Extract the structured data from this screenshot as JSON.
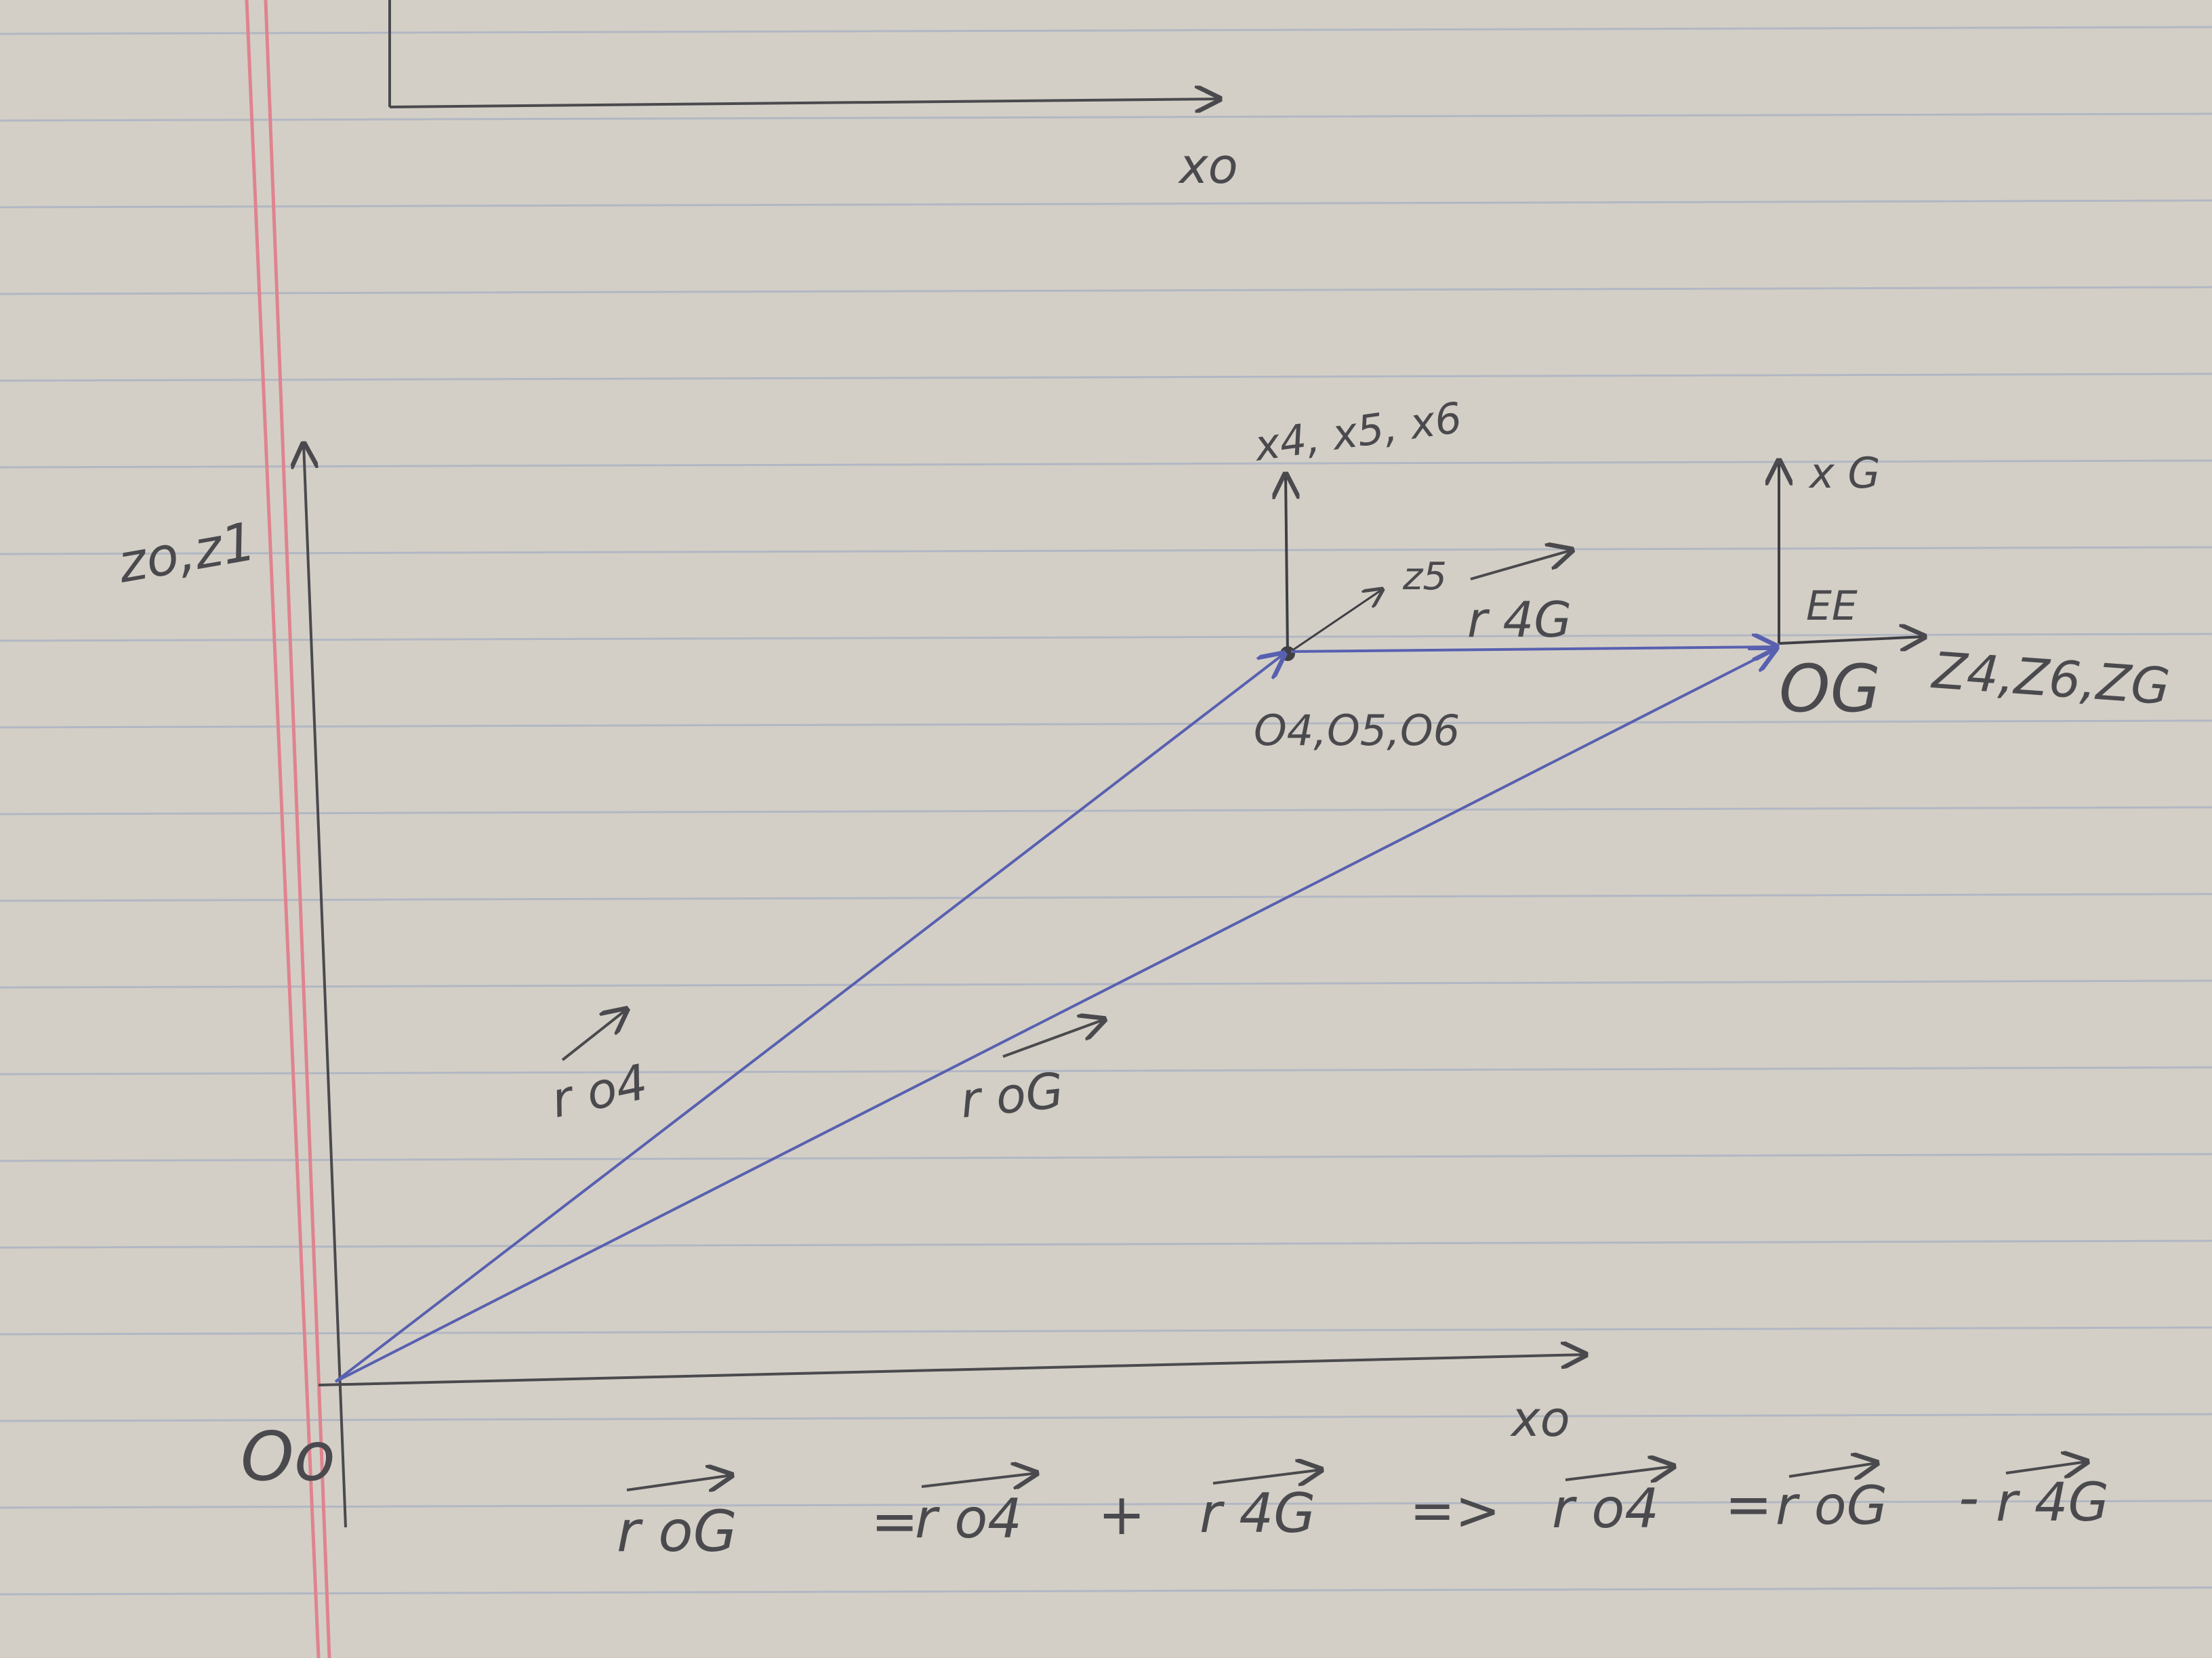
{
  "colors": {
    "paper": "#d3cfc6",
    "rule_line": "#a7b0c4",
    "margin_line": "#e0838f",
    "pencil": "#4a4a4e",
    "pen_blue": "#5860b0"
  },
  "labels": {
    "top_xaxis": "xo",
    "z_axis": "zo,z1",
    "origin": "Oo",
    "bottom_xaxis": "xo",
    "frame4_x": "x4, x5, x6",
    "frame4_z5": "z5",
    "frame4_origin": "O4,O5,O6",
    "frameG_x": "x G",
    "frameG_ee": "EE",
    "frameG_origin": "OG",
    "frameG_z": "Z4,Z6,ZG",
    "vec_o4": "r o4",
    "vec_oG": "r oG",
    "vec_4G": "r 4G"
  },
  "equation": {
    "lhs": "r oG",
    "eq1": "=",
    "term1": "r o4",
    "plus": "+",
    "term2": "r 4G",
    "implies": "=>",
    "lhs2": "r o4",
    "eq2": "=",
    "term3": "r oG",
    "minus": "-",
    "term4": "r 4G"
  }
}
